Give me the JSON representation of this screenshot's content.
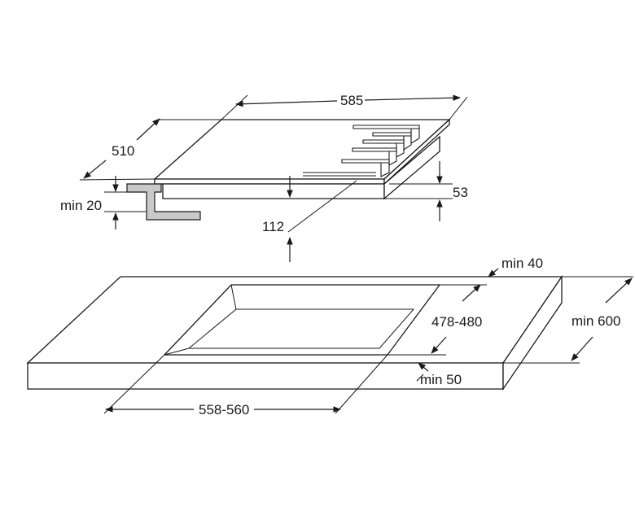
{
  "labels": {
    "hob_width": "585",
    "hob_depth": "510",
    "hob_height": "53",
    "clearance_below": "112",
    "min_thickness": "min 20",
    "min_back": "min 40",
    "min_depth_counter": "min 600",
    "cutout_depth": "478-480",
    "cutout_width": "558-560",
    "min_front": "min 50"
  }
}
